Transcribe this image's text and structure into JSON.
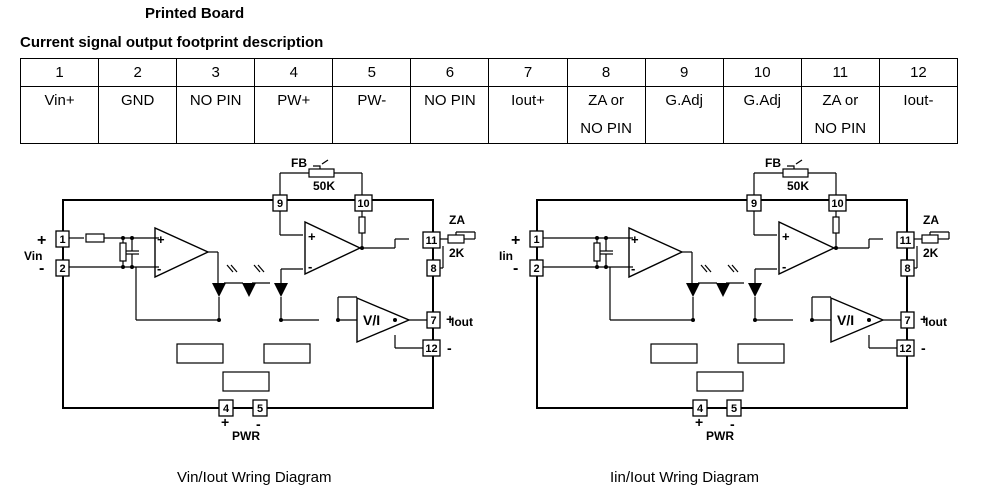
{
  "title": "Printed Board",
  "subtitle": "Current signal output footprint description",
  "pin_numbers": [
    "1",
    "2",
    "3",
    "4",
    "5",
    "6",
    "7",
    "8",
    "9",
    "10",
    "11",
    "12"
  ],
  "pin_functions": [
    [
      "Vin+"
    ],
    [
      "GND"
    ],
    [
      "NO PIN"
    ],
    [
      "PW+"
    ],
    [
      "PW-"
    ],
    [
      "NO PIN"
    ],
    [
      "Iout+"
    ],
    [
      "ZA or",
      "NO PIN"
    ],
    [
      "G.Adj"
    ],
    [
      "G.Adj"
    ],
    [
      "ZA or",
      "NO PIN"
    ],
    [
      "Iout-"
    ]
  ],
  "diagram_labels": {
    "fb": "FB",
    "fb_value": "50K",
    "za": "ZA",
    "za_value": "2K",
    "vi": "V/I",
    "iout": "Iout",
    "pwr": "PWR",
    "plus": "+",
    "minus": "-",
    "pins": {
      "p1": "1",
      "p2": "2",
      "p4": "4",
      "p5": "5",
      "p7": "7",
      "p8": "8",
      "p9": "9",
      "p10": "10",
      "p11": "11",
      "p12": "12"
    }
  },
  "diagrams": [
    {
      "input_label": "Vin",
      "caption": "Vin/Iout Wring Diagram"
    },
    {
      "input_label": "Iin",
      "caption": "Iin/Iout Wring Diagram"
    }
  ]
}
